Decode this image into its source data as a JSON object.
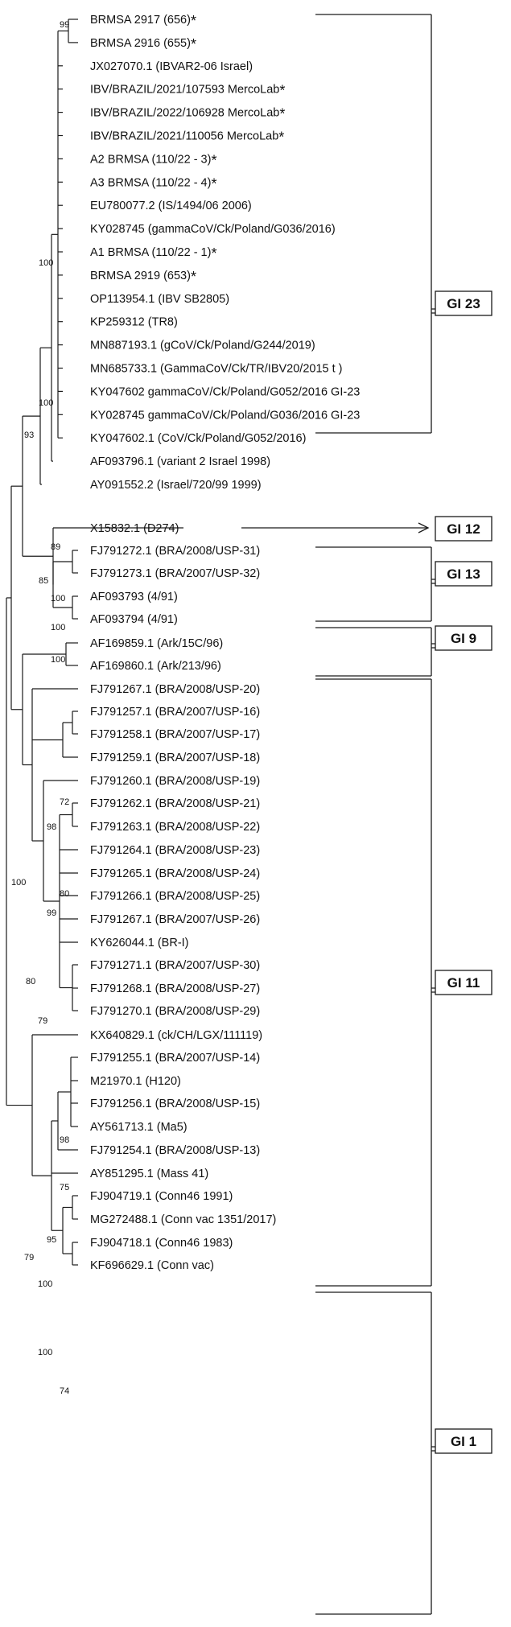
{
  "taxa": [
    "BRMSA 2917 (656)",
    "BRMSA 2916 (655)",
    "JX027070.1 (IBVAR2-06 Israel)",
    "IBV/BRAZIL/2021/107593 MercoLab",
    "IBV/BRAZIL/2022/106928 MercoLab",
    "IBV/BRAZIL/2021/110056 MercoLab",
    "A2 BRMSA (110/22 - 3)",
    "A3 BRMSA (110/22 - 4)",
    "EU780077.2 (IS/1494/06 2006)",
    "KY028745 (gammaCoV/Ck/Poland/G036/2016)",
    "A1 BRMSA (110/22 - 1)",
    "BRMSA 2919 (653)",
    "OP113954.1 (IBV SB2805)",
    "KP259312 (TR8)",
    "MN887193.1 (gCoV/Ck/Poland/G244/2019)",
    "MN685733.1 (GammaCoV/Ck/TR/IBV20/2015 t )",
    "KY047602 gammaCoV/Ck/Poland/G052/2016 GI-23",
    "KY028745 gammaCoV/Ck/Poland/G036/2016 GI-23",
    "KY047602.1 (CoV/Ck/Poland/G052/2016)",
    "AF093796.1 (variant 2 Israel 1998)",
    "AY091552.2 (Israel/720/99 1999)",
    "X15832.1 (D274)",
    "FJ791272.1 (BRA/2008/USP-31)",
    "FJ791273.1 (BRA/2007/USP-32)",
    "AF093793 (4/91)",
    "AF093794 (4/91)",
    "AF169859.1 (Ark/15C/96)",
    "AF169860.1 (Ark/213/96)",
    "FJ791267.1 (BRA/2008/USP-20)",
    "FJ791257.1 (BRA/2007/USP-16)",
    "FJ791258.1 (BRA/2007/USP-17)",
    "FJ791259.1 (BRA/2007/USP-18)",
    "FJ791260.1 (BRA/2008/USP-19)",
    "FJ791262.1 (BRA/2008/USP-21)",
    "FJ791263.1 (BRA/2008/USP-22)",
    "FJ791264.1 (BRA/2008/USP-23)",
    "FJ791265.1 (BRA/2008/USP-24)",
    "FJ791266.1 (BRA/2008/USP-25)",
    "FJ791267.1 (BRA/2007/USP-26)",
    "KY626044.1 (BR-I)",
    "FJ791271.1 (BRA/2007/USP-30)",
    "FJ791268.1 (BRA/2008/USP-27)",
    "FJ791270.1 (BRA/2008/USP-29)",
    "KX640829.1 (ck/CH/LGX/111119)",
    "FJ791255.1 (BRA/2007/USP-14)",
    "M21970.1 (H120)",
    "FJ791256.1 (BRA/2008/USP-15)",
    "AY561713.1 (Ma5)",
    "FJ791254.1 (BRA/2008/USP-13)",
    "AY851295.1 (Mass 41)",
    "FJ904719.1 (Conn46 1991)",
    "MG272488.1 (Conn vac 1351/2017)",
    "FJ904718.1 (Conn46 1983)",
    "KF696629.1 (Conn vac)"
  ],
  "starred": [
    0,
    1,
    3,
    4,
    5,
    6,
    7,
    10,
    11
  ],
  "star_symbol": "*",
  "bootstrap": [
    "99",
    "100",
    "100",
    "93",
    "85",
    "89",
    "100",
    "100",
    "100",
    "100",
    "72",
    "98",
    "80",
    "99",
    "80",
    "79",
    "98",
    "75",
    "95",
    "79",
    "100",
    "100",
    "74"
  ],
  "clades": [
    "GI 23",
    "GI 12",
    "GI 13",
    "GI 9",
    "GI 11",
    "GI 1"
  ]
}
